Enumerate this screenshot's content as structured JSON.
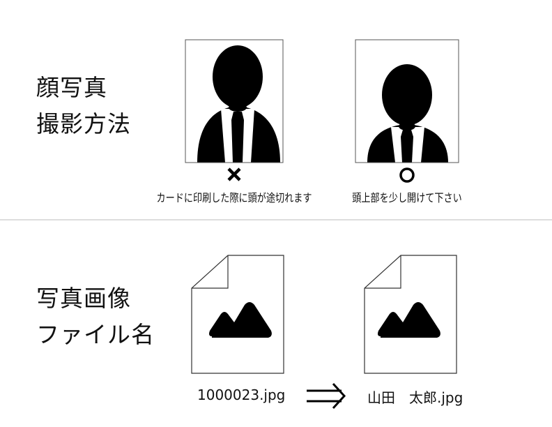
{
  "section_photo": {
    "heading_line1": "顔写真",
    "heading_line2": "撮影方法",
    "bad_example": {
      "mark": "×",
      "caption": "カードに印刷した際に頭が途切れます"
    },
    "good_example": {
      "mark": "○",
      "caption": "頭上部を少し開けて下さい"
    }
  },
  "section_filename": {
    "heading_line1": "写真画像",
    "heading_line2": "ファイル名",
    "before_filename": "1000023.jpg",
    "arrow": "⇒",
    "after_filename": "山田　太郎.jpg"
  }
}
